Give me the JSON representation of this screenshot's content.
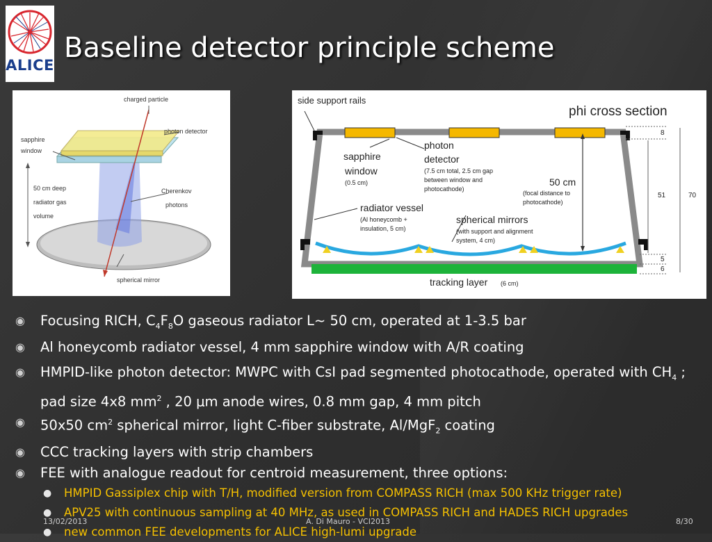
{
  "logo": {
    "text": "ALICE"
  },
  "title": "Baseline detector principle scheme",
  "left_figure": {
    "labels": {
      "charged_particle": "charged particle",
      "photon_detector": "photon detector",
      "sapphire": "sapphire",
      "window": "window",
      "radiator_l1": "50 cm deep",
      "radiator_l2": "radiator gas",
      "radiator_l3": "volume",
      "cherenkov": "Cherenkov",
      "photons": "photons",
      "spherical_mirror": "spherical mirror"
    }
  },
  "right_figure": {
    "labels": {
      "side_support_rails": "side support rails",
      "phi_cross_section": "phi cross section",
      "sapphire": "sapphire",
      "window": "window",
      "window_sub": "(0.5 cm)",
      "photon": "photon",
      "detector": "detector",
      "detector_sub1": "(7.5 cm total, 2.5 cm gap",
      "detector_sub2": "between window and",
      "detector_sub3": "photocathode)",
      "focal": "50 cm",
      "focal_sub1": "(focal distance to",
      "focal_sub2": "photocathode)",
      "radiator_vessel": "radiator vessel",
      "vessel_sub1": "(Al honeycomb +",
      "vessel_sub2": "insulation, 5 cm)",
      "spherical_mirrors": "spherical mirrors",
      "mirrors_sub1": "(with support and alignment",
      "mirrors_sub2": "system, 4 cm)",
      "tracking_layer": "tracking layer",
      "tracking_sub": "(6 cm)",
      "dim_8": "8",
      "dim_51": "51",
      "dim_70": "70",
      "dim_5": "5",
      "dim_6": "6"
    }
  },
  "bullets": {
    "b1": {
      "a": "Focusing RICH, C",
      "s1": "4",
      "b": "F",
      "s2": "8",
      "c": "O gaseous radiator L~ 50 cm, operated at 1-3.5 bar"
    },
    "b2": "Al honeycomb radiator vessel, 4 mm sapphire window with A/R coating",
    "b3": {
      "a": "HMPID-like photon detector: MWPC with CsI pad segmented photocathode, operated with CH",
      "s1": "4",
      "b": " ; pad size 4x8 mm",
      "s2": "2",
      "c": " , 20 ",
      "mu": "μ",
      "d": "m anode wires, 0.8 mm gap, 4 mm pitch"
    },
    "b4": {
      "a": "50x50 cm",
      "s1": "2",
      "b": " spherical mirror, light C-fiber substrate, Al/MgF",
      "s2": "2",
      "c": " coating"
    },
    "b5": "CCC tracking layers with strip chambers",
    "b6": "FEE with analogue readout for centroid measurement, three options:",
    "subs": [
      "HMPID Gassiplex chip with T/H, modified version from COMPASS RICH (max 500 KHz trigger rate)",
      "APV25 with continuous sampling at 40 MHz, as used in COMPASS RICH and HADES RICH upgrades",
      "new common FEE developments for ALICE high-lumi upgrade"
    ]
  },
  "footer": {
    "date": "13/02/2013",
    "author": "A. Di Mauro - VCI2013",
    "page": "8/30"
  },
  "colors": {
    "title": "#ffffff",
    "sub_bullets": "#f5c000",
    "background": "#333333",
    "detector_strip": "#f5b800",
    "tracking_layer": "#1db33a",
    "mirror": "#29a8e0"
  }
}
